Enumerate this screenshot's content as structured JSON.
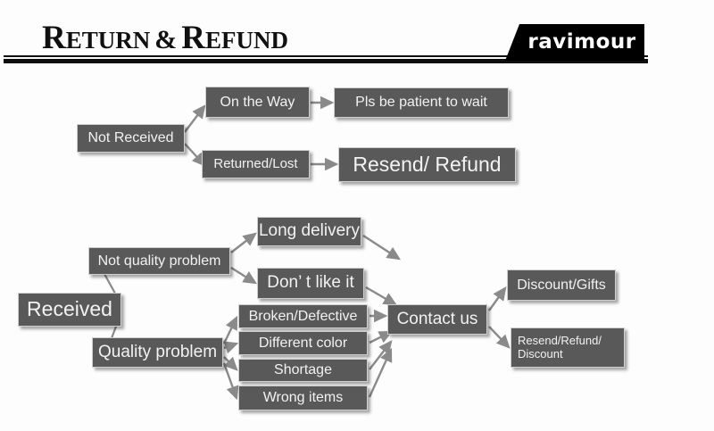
{
  "header": {
    "title_parts": {
      "r1": "R",
      "eturn": "ETURN",
      "amp": "&",
      "r2": "R",
      "efund": "EFUND"
    },
    "title_full": "Return & Refund",
    "logo": "ravimour"
  },
  "colors": {
    "node_fill": "#595959",
    "node_text": "#f2f2f2",
    "node_border": "#cfcfcf",
    "connector": "#8a8a8a",
    "logo_bg": "#000000",
    "rule": "#0d0d0d",
    "page_bg": "#fdfdfd"
  },
  "flow": {
    "not_received_branch": {
      "root": "Not Received",
      "paths": [
        {
          "step": "On the Way",
          "outcome": "Pls be patient to wait"
        },
        {
          "step": "Returned/Lost",
          "outcome": "Resend/ Refund"
        }
      ]
    },
    "received_branch": {
      "root": "Received",
      "categories": [
        {
          "label": "Not quality problem",
          "reasons": [
            "Long delivery",
            "Don’  t like it"
          ]
        },
        {
          "label": "Quality problem",
          "reasons": [
            "Broken/Defective",
            "Different color",
            "Shortage",
            "Wrong items"
          ]
        }
      ],
      "action": "Contact us",
      "outcomes": [
        "Discount/Gifts",
        "Resend/Refund/\nDiscount"
      ]
    }
  }
}
